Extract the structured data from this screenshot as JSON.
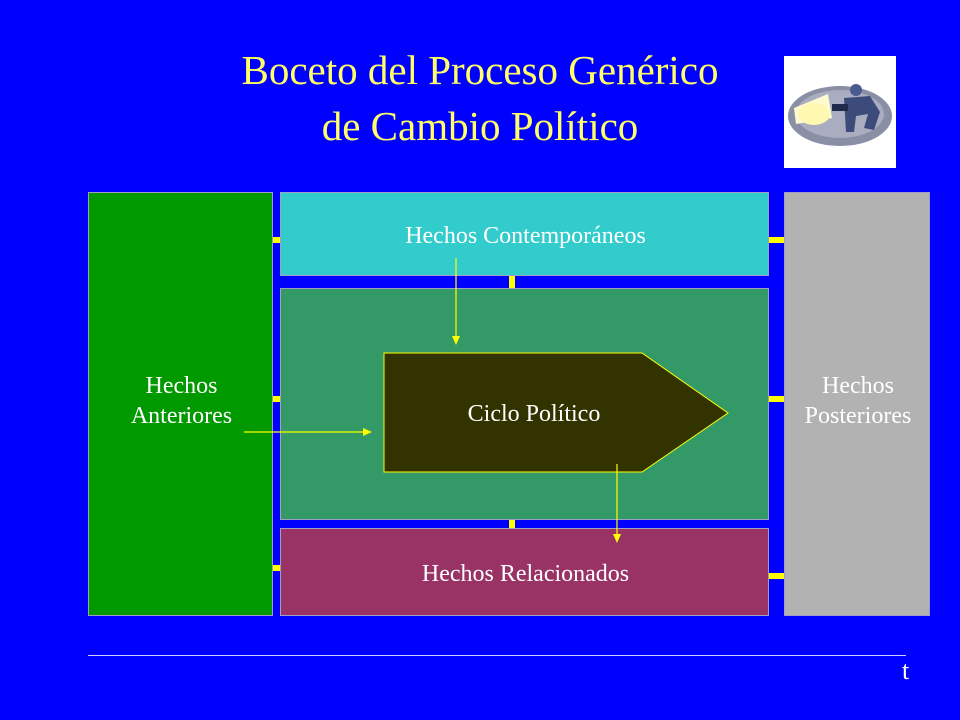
{
  "title": {
    "line1": "Boceto del Proceso Genérico",
    "line2": "de Cambio Político"
  },
  "clipart_icon": "explorer-with-flashlight-icon",
  "blocks": {
    "anteriores": {
      "line1": "Hechos",
      "line2": "Anteriores",
      "color": "#009900"
    },
    "contemporaneos": {
      "label": "Hechos Contemporáneos",
      "color": "#33cccc"
    },
    "ciclo_area": {
      "color": "#339966"
    },
    "ciclo": {
      "label": "Ciclo Político",
      "color": "#333300"
    },
    "relacionados": {
      "label": "Hechos Relacionados",
      "color": "#993366"
    },
    "posteriores": {
      "line1": "Hechos",
      "line2": "Posteriores",
      "color": "#b2b2b2"
    }
  },
  "axis_label": "t",
  "colors": {
    "background": "#0000ff",
    "title": "#ffff66",
    "connector": "#ffff00",
    "arrow": "#ffff00"
  }
}
